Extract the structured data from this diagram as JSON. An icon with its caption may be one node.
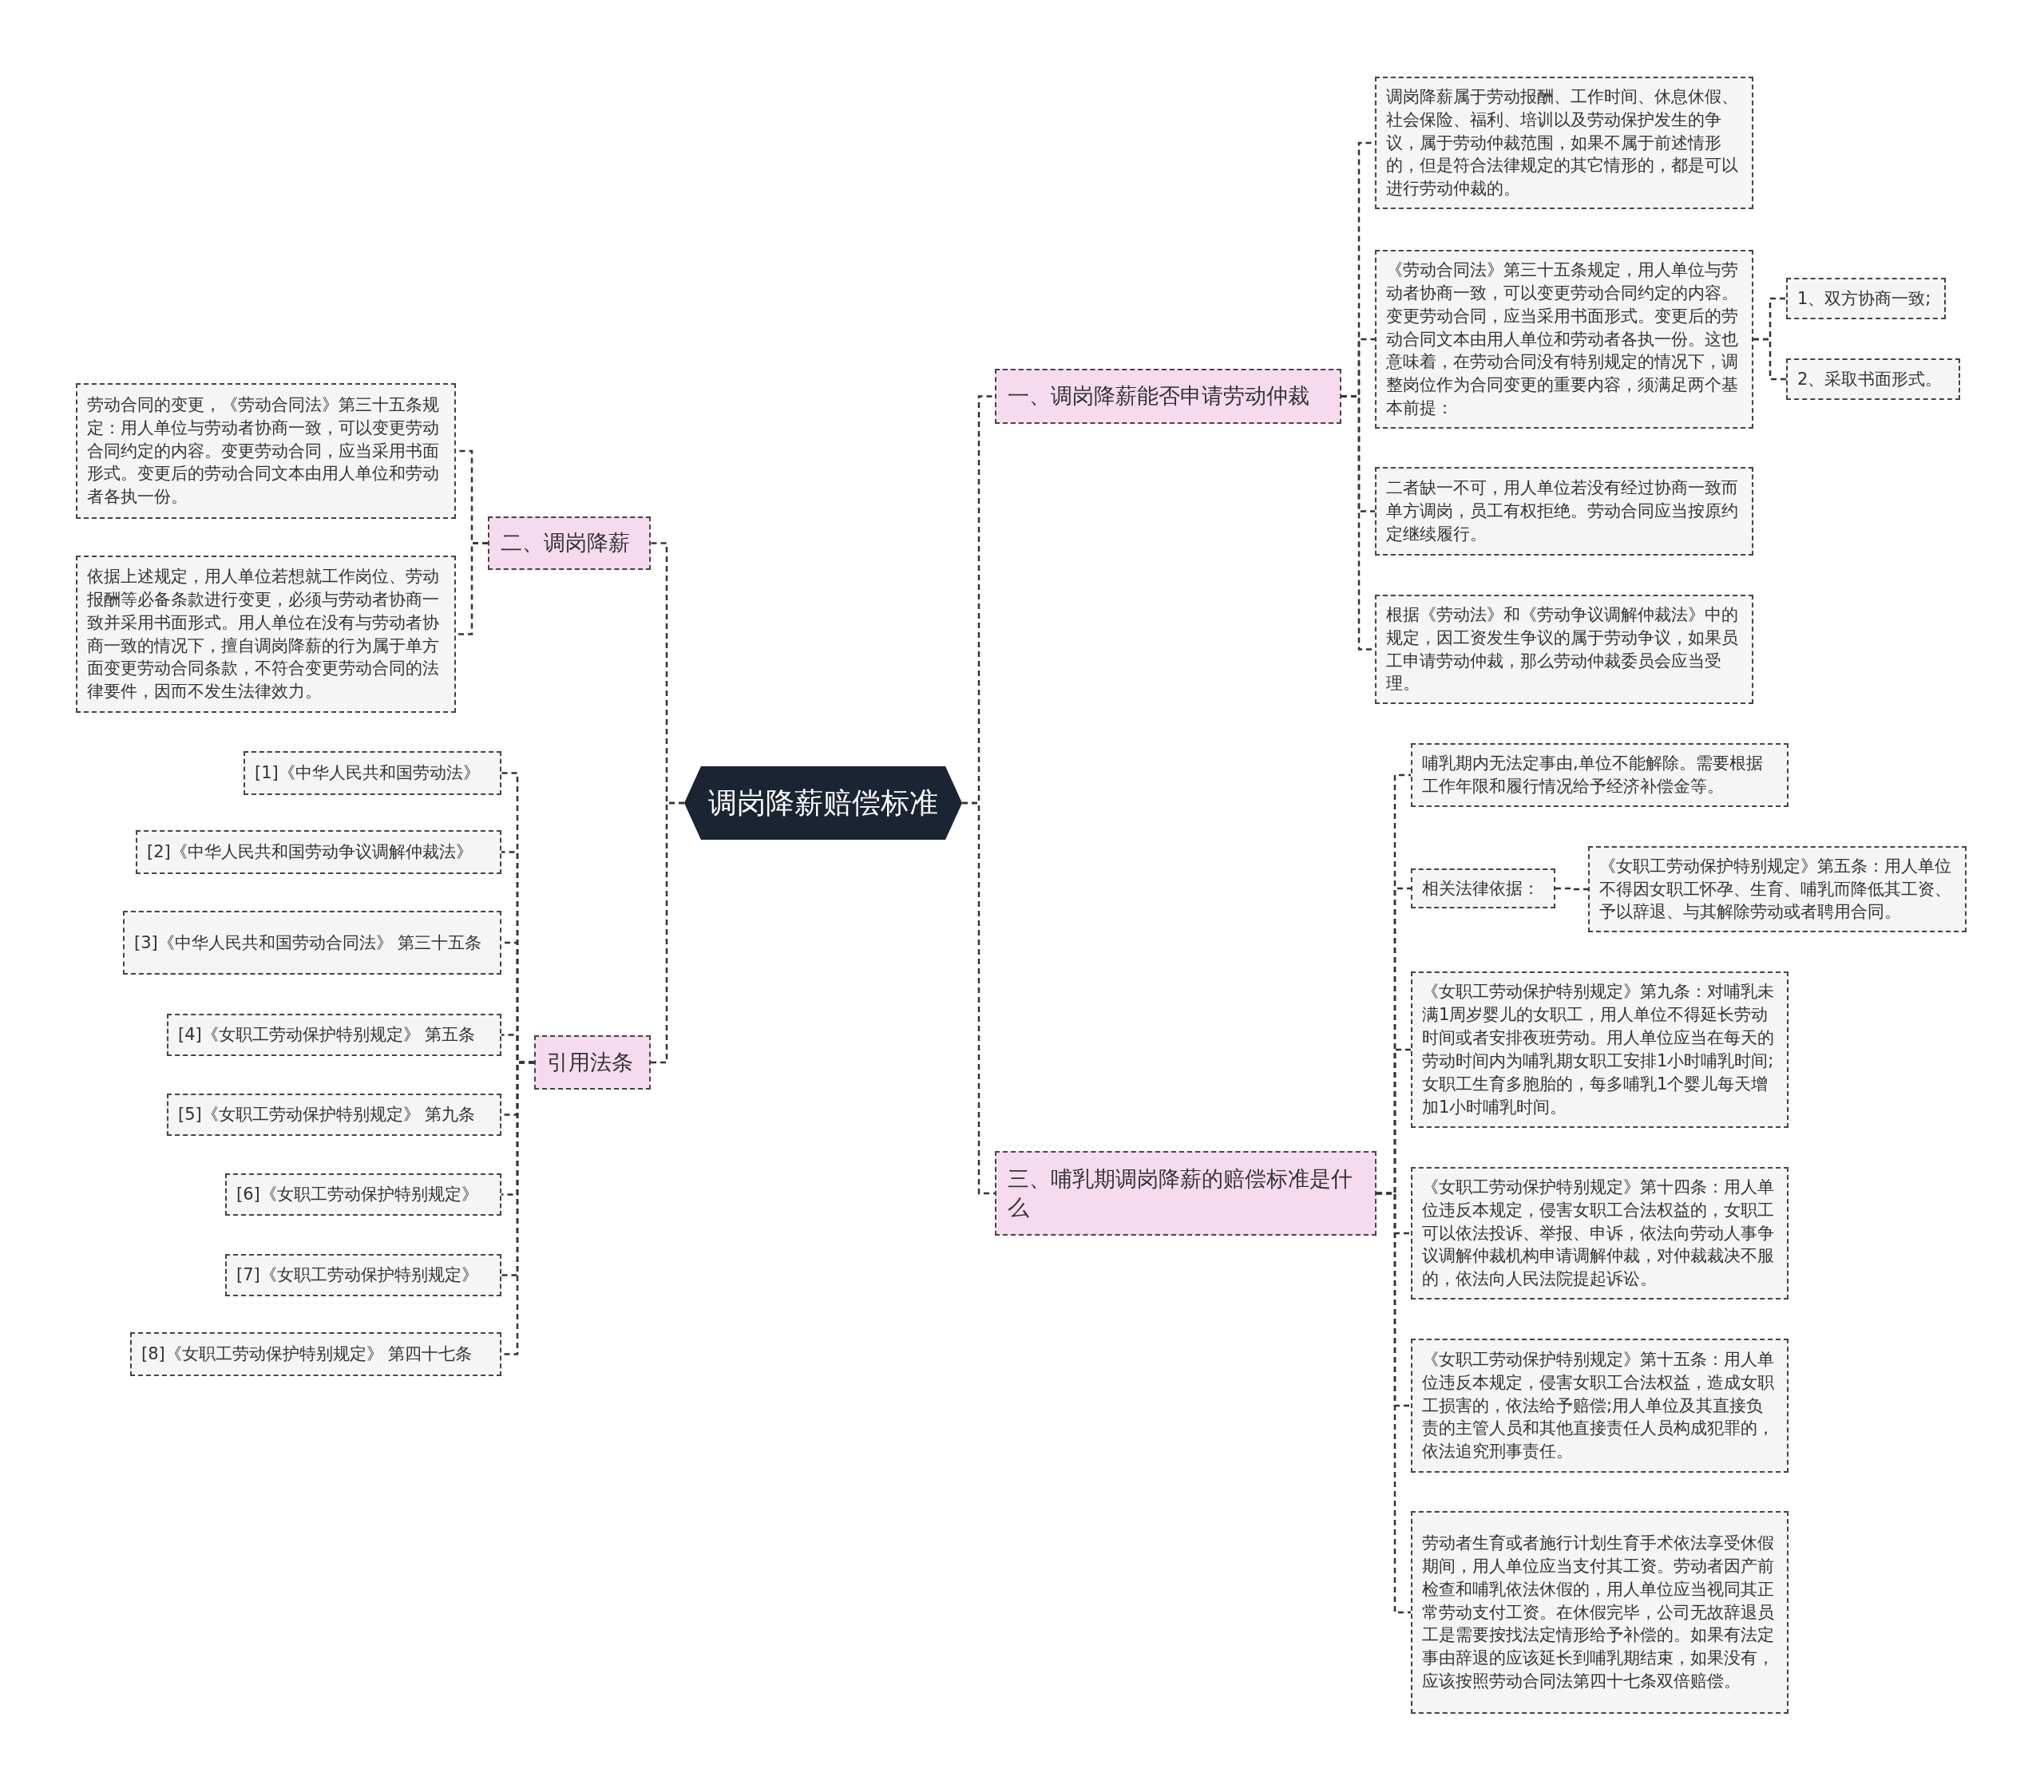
{
  "diagram": {
    "nodes": [
      {
        "text": [
          "调岗降薪赔偿标准"
        ]
      },
      {
        "text": [
          "一、调岗降薪能否申请劳动仲裁"
        ]
      },
      {
        "text": [
          "调岗降薪属于劳动报酬、工作时间、休息休假、社会保险、福利、培训以及劳动保护发生的争议，属于劳动仲裁范围，如果不属于前述情形的，但是符合法律规定的其它情形的，都是可以进行劳动仲裁的。"
        ]
      },
      {
        "text": [
          "《劳动合同法》第三十五条规定，用人单位与劳动者协商一致，可以变更劳动合同约定的内容。变更劳动合同，应当采用书面形式。变更后的劳动合同文本由用人单位和劳动者各执一份。这也意味着，在劳动合同没有特别规定的情况下，调整岗位作为合同变更的重要内容，须满足两个基本前提："
        ]
      },
      {
        "text": [
          "1、双方协商一致;"
        ]
      },
      {
        "text": [
          "2、采取书面形式。"
        ]
      },
      {
        "text": [
          "二者缺一不可，用人单位若没有经过协商一致而单方调岗，员工有权拒绝。劳动合同应当按原约定继续履行。"
        ]
      },
      {
        "text": [
          "根据《劳动法》和《劳动争议调解仲裁法》中的规定，因工资发生争议的属于劳动争议，如果员工申请劳动仲裁，那么劳动仲裁委员会应当受理。"
        ]
      },
      {
        "text": [
          "二、调岗降薪"
        ]
      },
      {
        "text": [
          "劳动合同的变更，《劳动合同法》第三十五条规定：用人单位与劳动者协商一致，可以变更劳动合同约定的内容。变更劳动合同，应当采用书面形式。变更后的劳动合同文本由用人单位和劳动者各执一份。"
        ]
      },
      {
        "text": [
          "依据上述规定，用人单位若想就工作岗位、劳动报酬等必备条款进行变更，必须与劳动者协商一致并采用书面形式。用人单位在没有与劳动者协商一致的情况下，擅自调岗降薪的行为属于单方面变更劳动合同条款，不符合变更劳动合同的法律要件，因而不发生法律效力。"
        ]
      },
      {
        "text": [
          "引用法条"
        ]
      },
      {
        "text": [
          "[1]《中华人民共和国劳动法》"
        ]
      },
      {
        "text": [
          "[2]《中华人民共和国劳动争议调解仲裁法》"
        ]
      },
      {
        "text": [
          "[3]《中华人民共和国劳动合同法》 第三十五条"
        ]
      },
      {
        "text": [
          "[4]《女职工劳动保护特别规定》 第五条"
        ]
      },
      {
        "text": [
          "[5]《女职工劳动保护特别规定》 第九条"
        ]
      },
      {
        "text": [
          "[6]《女职工劳动保护特别规定》"
        ]
      },
      {
        "text": [
          "[7]《女职工劳动保护特别规定》"
        ]
      },
      {
        "text": [
          "[8]《女职工劳动保护特别规定》 第四十七条"
        ]
      },
      {
        "text": [
          "三、哺乳期调岗降薪的赔偿标准是什么"
        ]
      },
      {
        "text": [
          "哺乳期内无法定事由,单位不能解除。需要根据工作年限和履行情况给予经济补偿金等。"
        ]
      },
      {
        "text": [
          "相关法律依据："
        ]
      },
      {
        "text": [
          "《女职工劳动保护特别规定》第五条：用人单位不得因女职工怀孕、生育、哺乳而降低其工资、予以辞退、与其解除劳动或者聘用合同。"
        ]
      },
      {
        "text": [
          "《女职工劳动保护特别规定》第九条：对哺乳未满1周岁婴儿的女职工，用人单位不得延长劳动时间或者安排夜班劳动。用人单位应当在每天的劳动时间内为哺乳期女职工安排1小时哺乳时间;女职工生育多胞胎的，每多哺乳1个婴儿每天增加1小时哺乳时间。"
        ]
      },
      {
        "text": [
          "《女职工劳动保护特别规定》第十四条：用人单位违反本规定，侵害女职工合法权益的，女职工可以依法投诉、举报、申诉，依法向劳动人事争议调解仲裁机构申请调解仲裁，对仲裁裁决不服的，依法向人民法院提起诉讼。"
        ]
      },
      {
        "text": [
          "《女职工劳动保护特别规定》第十五条：用人单位违反本规定，侵害女职工合法权益，造成女职工损害的，依法给予赔偿;用人单位及其直接负责的主管人员和其他直接责任人员构成犯罪的，依法追究刑事责任。"
        ]
      },
      {
        "text": [
          "劳动者生育或者施行计划生育手术依法享受休假期间，用人单位应当支付其工资。劳动者因产前检查和哺乳依法休假的，用人单位应当视同其正常劳动支付工资。在休假完毕，公司无故辞退员工是需要按找法定情形给予补偿的。如果有法定事由辞退的应该延长到哺乳期结束，如果没有，应该按照劳动合同法第四十七条双倍赔偿。"
        ]
      }
    ],
    "edges": [
      {
        "from": 0,
        "to": 1,
        "arrow": "none"
      },
      {
        "from": 1,
        "to": 2,
        "arrow": "none"
      },
      {
        "from": 1,
        "to": 3,
        "arrow": "none"
      },
      {
        "from": 3,
        "to": 4,
        "arrow": "none"
      },
      {
        "from": 3,
        "to": 5,
        "arrow": "none"
      },
      {
        "from": 1,
        "to": 6,
        "arrow": "none"
      },
      {
        "from": 1,
        "to": 7,
        "arrow": "none"
      },
      {
        "from": 0,
        "to": 8,
        "arrow": "none"
      },
      {
        "from": 8,
        "to": 9,
        "arrow": "none"
      },
      {
        "from": 8,
        "to": 10,
        "arrow": "none"
      },
      {
        "from": 0,
        "to": 11,
        "arrow": "none"
      },
      {
        "from": 11,
        "to": 12,
        "arrow": "none"
      },
      {
        "from": 11,
        "to": 13,
        "arrow": "none"
      },
      {
        "from": 11,
        "to": 14,
        "arrow": "none"
      },
      {
        "from": 11,
        "to": 15,
        "arrow": "none"
      },
      {
        "from": 11,
        "to": 16,
        "arrow": "none"
      },
      {
        "from": 11,
        "to": 17,
        "arrow": "none"
      },
      {
        "from": 11,
        "to": 18,
        "arrow": "none"
      },
      {
        "from": 11,
        "to": 19,
        "arrow": "none"
      },
      {
        "from": 0,
        "to": 20,
        "arrow": "none"
      },
      {
        "from": 20,
        "to": 21,
        "arrow": "none"
      },
      {
        "from": 20,
        "to": 22,
        "arrow": "none"
      },
      {
        "from": 22,
        "to": 23,
        "arrow": "none"
      },
      {
        "from": 20,
        "to": 24,
        "arrow": "none"
      },
      {
        "from": 20,
        "to": 25,
        "arrow": "none"
      },
      {
        "from": 20,
        "to": 26,
        "arrow": "none"
      },
      {
        "from": 20,
        "to": 27,
        "arrow": "none"
      }
    ]
  }
}
